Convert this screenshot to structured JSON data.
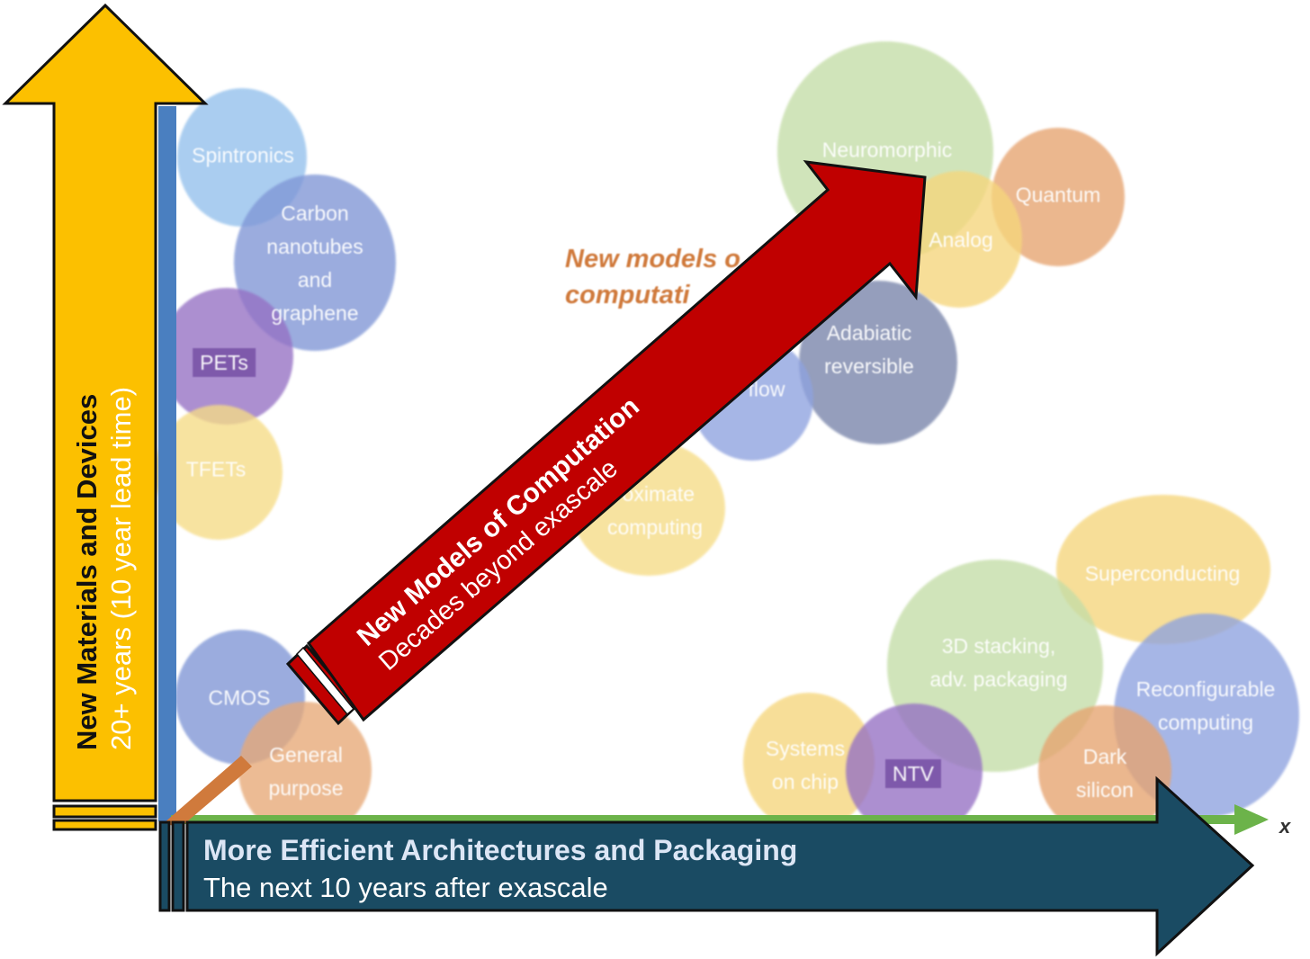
{
  "bubbles": [
    {
      "id": "spintronics",
      "label": "Spintronics",
      "color": "#93c0ec",
      "boxed": false
    },
    {
      "id": "carbon",
      "label": "Carbon\nnanotubes\nand\ngraphene",
      "color": "#7f96d6",
      "boxed": false
    },
    {
      "id": "pets",
      "label": "PETs",
      "color": "#9570c4",
      "boxed": true
    },
    {
      "id": "tfets",
      "label": "TFETs",
      "color": "#f6dc86",
      "boxed": false
    },
    {
      "id": "cmos",
      "label": "CMOS",
      "color": "#7f96d6",
      "boxed": false
    },
    {
      "id": "general",
      "label": "General\npurpose",
      "color": "#e7a977",
      "boxed": false
    },
    {
      "id": "neuromorphic",
      "label": "Neuromorphic",
      "color": "#c4dda7",
      "boxed": false
    },
    {
      "id": "quantum",
      "label": "Quantum",
      "color": "#e6a36f",
      "boxed": false
    },
    {
      "id": "analog",
      "label": "Analog",
      "color": "#f6d67c",
      "boxed": false
    },
    {
      "id": "adiabatic",
      "label": "Adabiatic\nreversible",
      "color": "#7884aa",
      "boxed": false
    },
    {
      "id": "dataflow",
      "label": "flow",
      "color": "#8ea2df",
      "boxed": false
    },
    {
      "id": "approx",
      "label": "roximate\ncomputing",
      "color": "#f6dc86",
      "boxed": false
    },
    {
      "id": "superconducting",
      "label": "Superconducting",
      "color": "#f6d67c",
      "boxed": false
    },
    {
      "id": "stacking",
      "label": "3D stacking,\nadv. packaging",
      "color": "#c4dda7",
      "boxed": false
    },
    {
      "id": "reconfig",
      "label": "Reconfigurable\ncomputing",
      "color": "#8ea2df",
      "boxed": false
    },
    {
      "id": "soc",
      "label": "Systems\non chip",
      "color": "#f6d67c",
      "boxed": false
    },
    {
      "id": "ntv",
      "label": "NTV",
      "color": "#9570c4",
      "boxed": true
    },
    {
      "id": "dark",
      "label": "Dark\nsilicon",
      "color": "#e6a36f",
      "boxed": false
    }
  ],
  "orange_note": "New models o\ncomputati",
  "x_axis_letter": "x",
  "colors": {
    "yellow_arrow": "#fcc000",
    "blue_arrow": "#1a4b63",
    "red_arrow": "#c00000",
    "y_axis": "#4a7fc0",
    "x_axis": "#6cb34a"
  },
  "arrows": {
    "vertical": {
      "title": "New Materials and Devices",
      "subtitle": "20+ years (10 year lead time)"
    },
    "horizontal": {
      "title": "More Efficient Architectures and Packaging",
      "subtitle": "The next 10 years after exascale"
    },
    "diagonal": {
      "title": "New Models of Computation",
      "subtitle": "Decades beyond exascale"
    }
  }
}
